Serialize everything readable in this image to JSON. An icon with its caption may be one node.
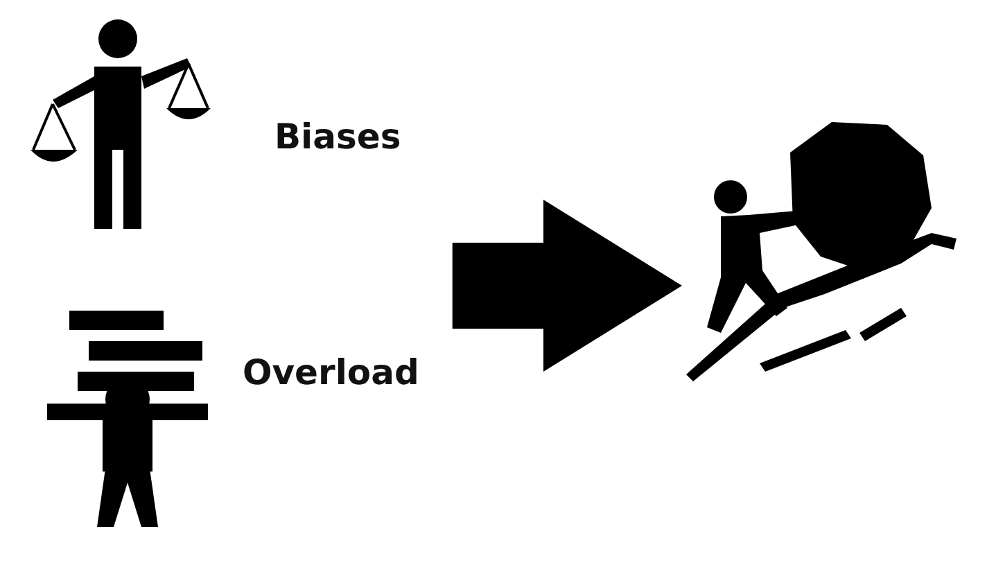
{
  "diagram": {
    "nodes": [
      {
        "text": [
          "Biases"
        ]
      },
      {
        "text": [
          "Overload"
        ]
      },
      {
        "text": [],
        "shape": "person"
      }
    ],
    "edges": [
      {
        "from": 0,
        "to": 2,
        "arrow": "to"
      },
      {
        "from": 1,
        "to": 2,
        "arrow": "to"
      }
    ]
  }
}
